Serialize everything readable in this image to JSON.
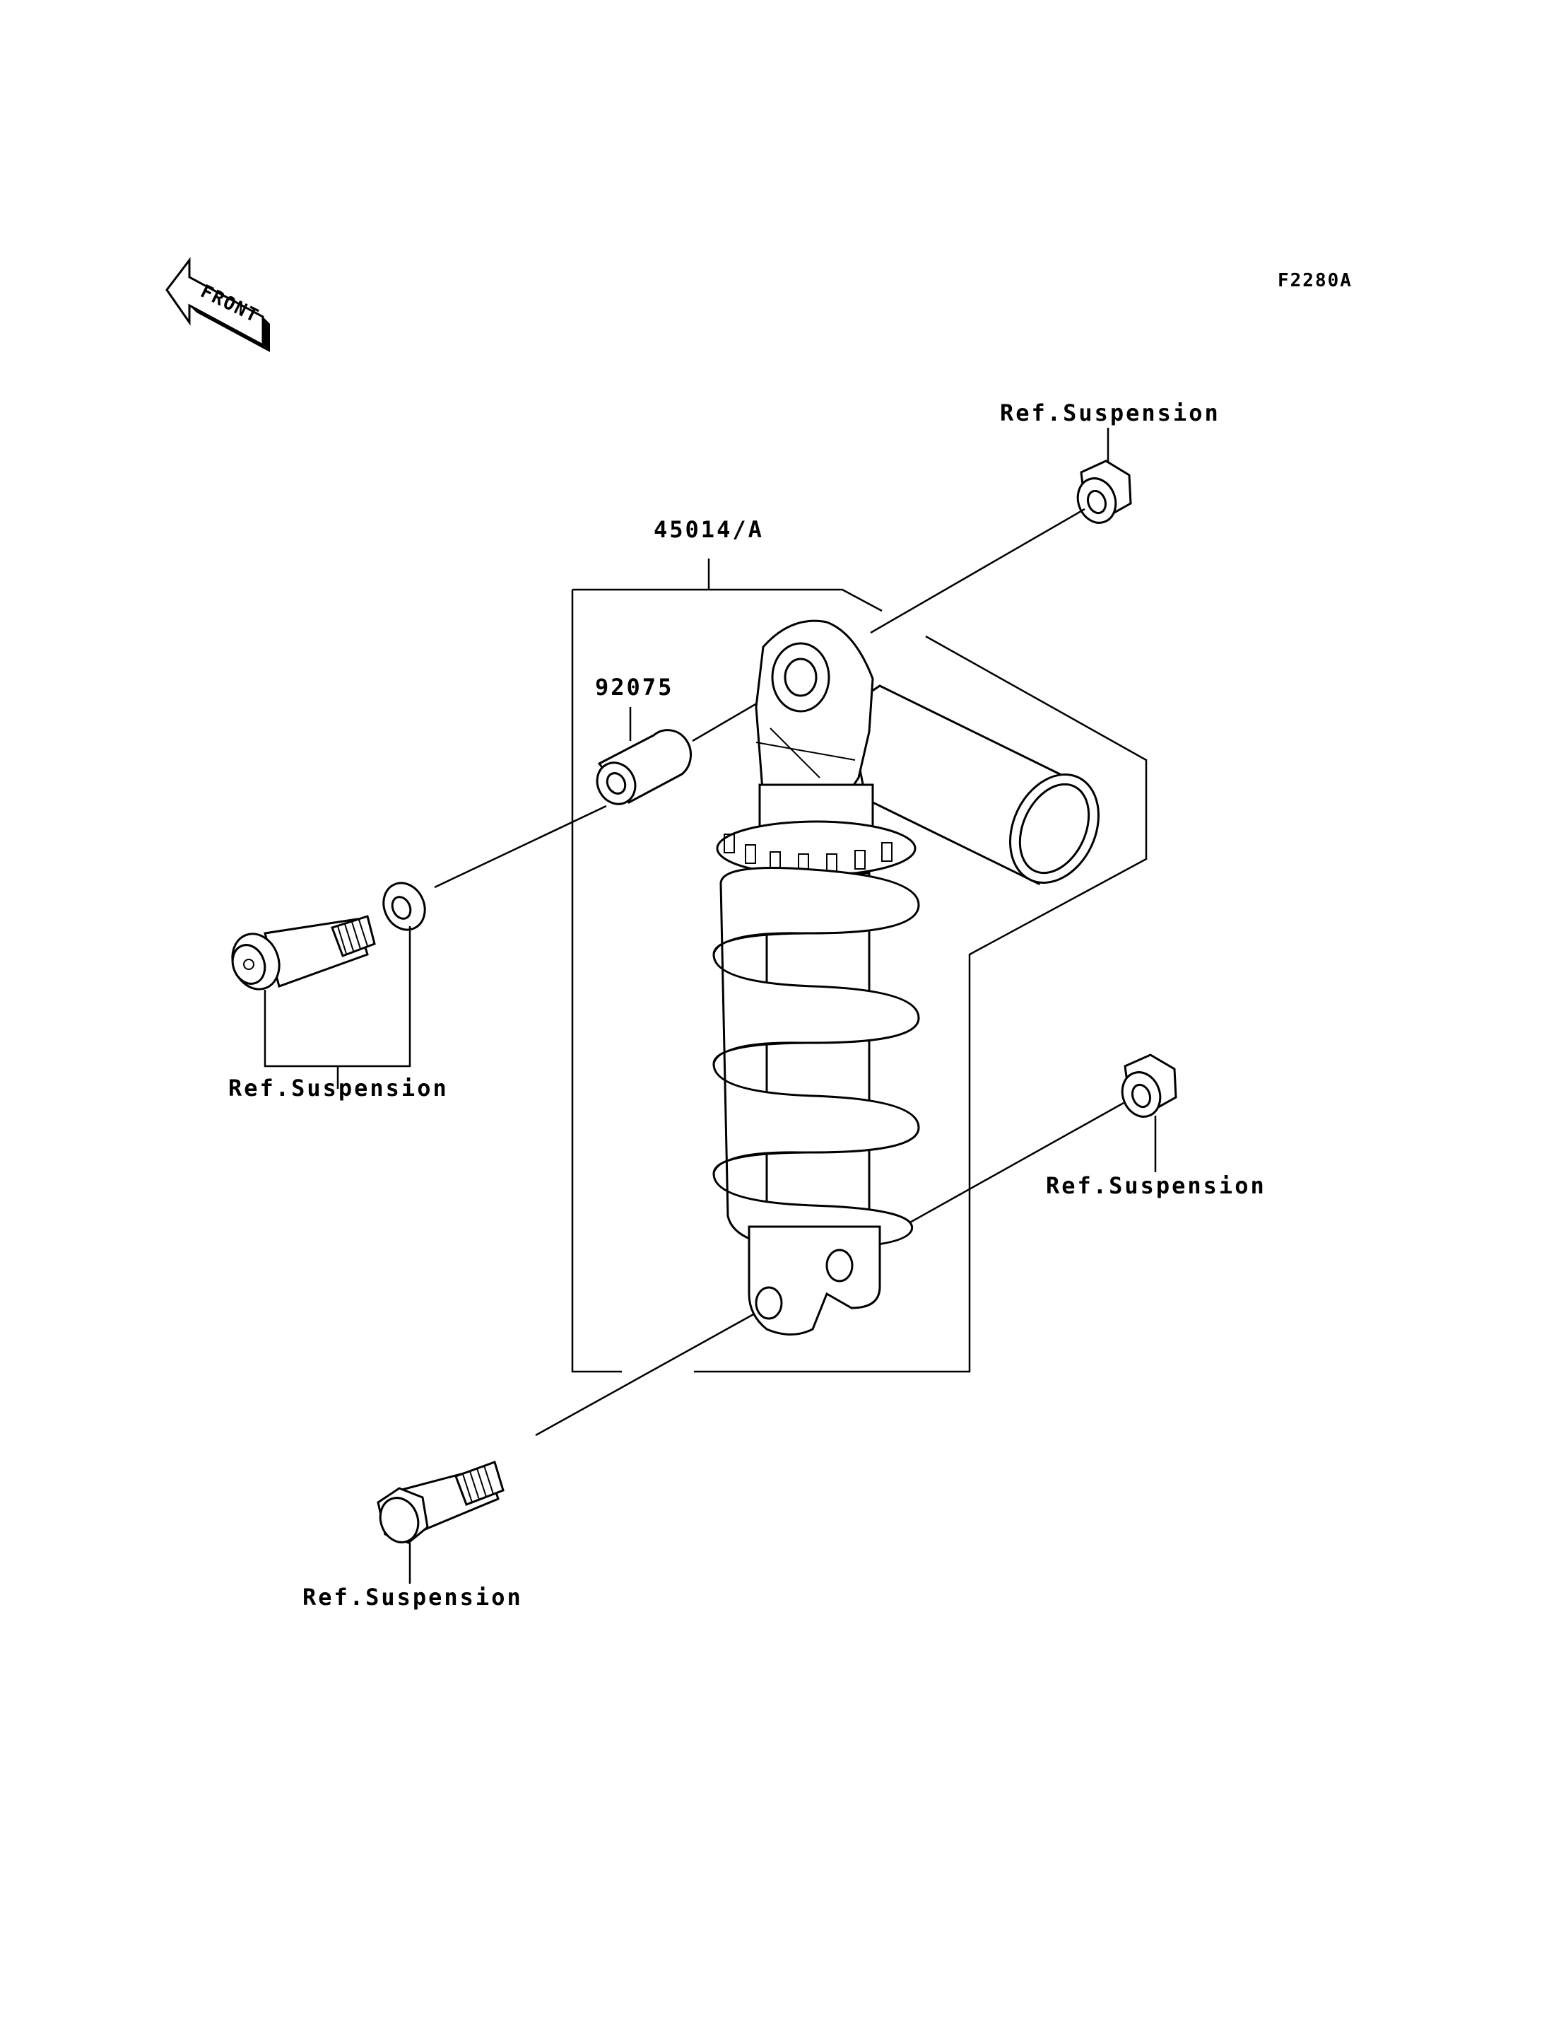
{
  "figure_code": "F2280A",
  "front_arrow_text": "FRONT",
  "labels": {
    "shock_assembly": "45014/A",
    "collar": "92075",
    "ref_top_nut": "Ref.Suspension",
    "ref_upper_bolt": "Ref.Suspension",
    "ref_lower_nut": "Ref.Suspension",
    "ref_lower_bolt": "Ref.Suspension"
  }
}
